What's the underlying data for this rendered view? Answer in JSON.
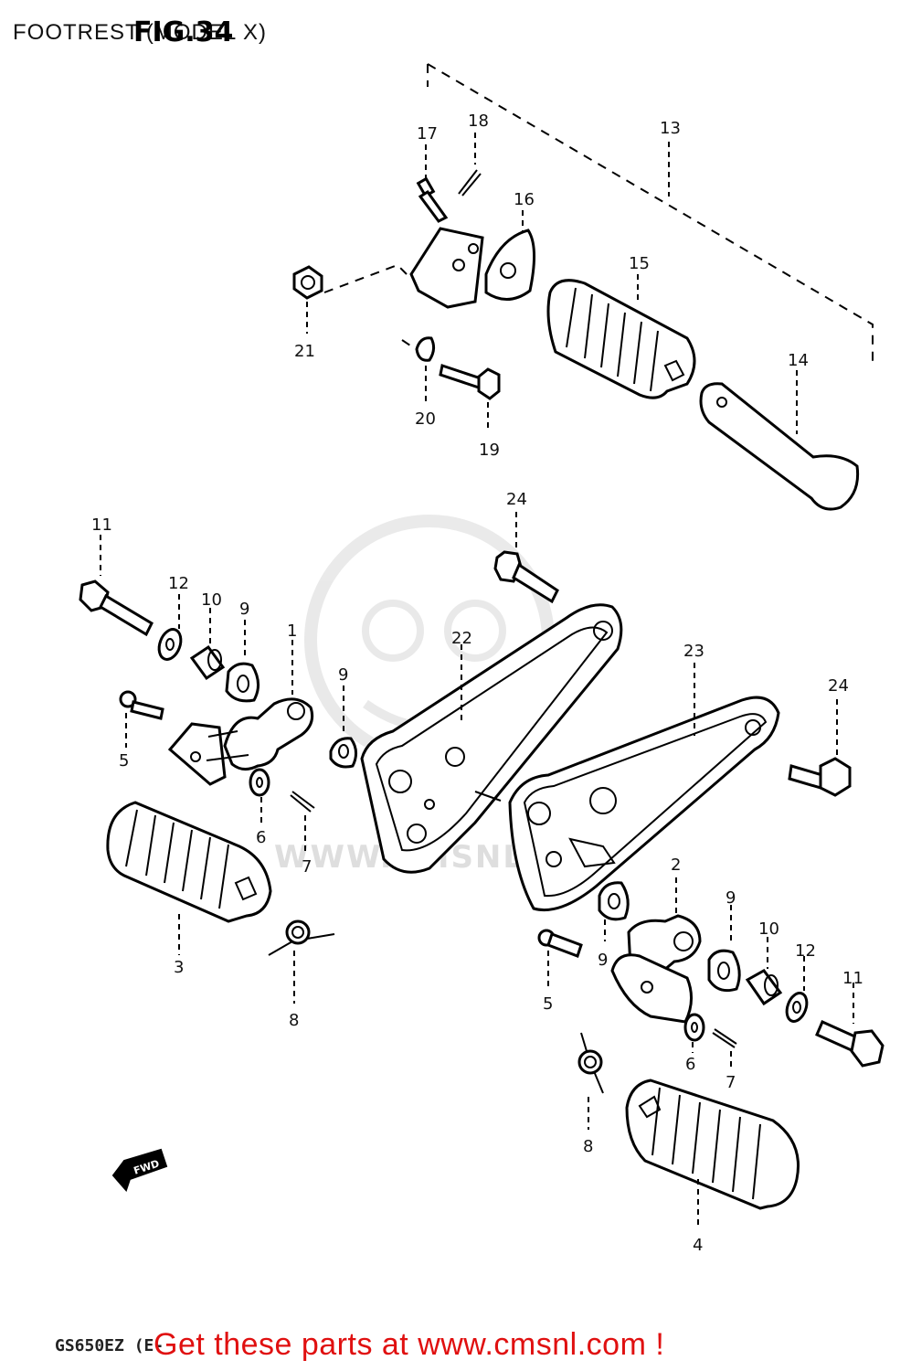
{
  "header": {
    "title": "FOOTREST (MODEL X)",
    "figure": "FIG.34"
  },
  "watermark": "WWW.CMSNL.COM",
  "footer": {
    "model_code": "GS650EZ (E-",
    "call_to_action": "Get these parts at www.cmsnl.com !"
  },
  "direction_marker": "FWD",
  "callouts": {
    "c1": "1",
    "c2": "2",
    "c3": "3",
    "c4": "4",
    "c5a": "5",
    "c5b": "5",
    "c6a": "6",
    "c6b": "6",
    "c7a": "7",
    "c7b": "7",
    "c8a": "8",
    "c8b": "8",
    "c9a": "9",
    "c9b": "9",
    "c9c": "9",
    "c9d": "9",
    "c10a": "10",
    "c10b": "10",
    "c11a": "11",
    "c11b": "11",
    "c12a": "12",
    "c12b": "12",
    "c13": "13",
    "c14": "14",
    "c15": "15",
    "c16": "16",
    "c17": "17",
    "c18": "18",
    "c19": "19",
    "c20": "20",
    "c21": "21",
    "c22": "22",
    "c23": "23",
    "c24a": "24",
    "c24b": "24"
  }
}
